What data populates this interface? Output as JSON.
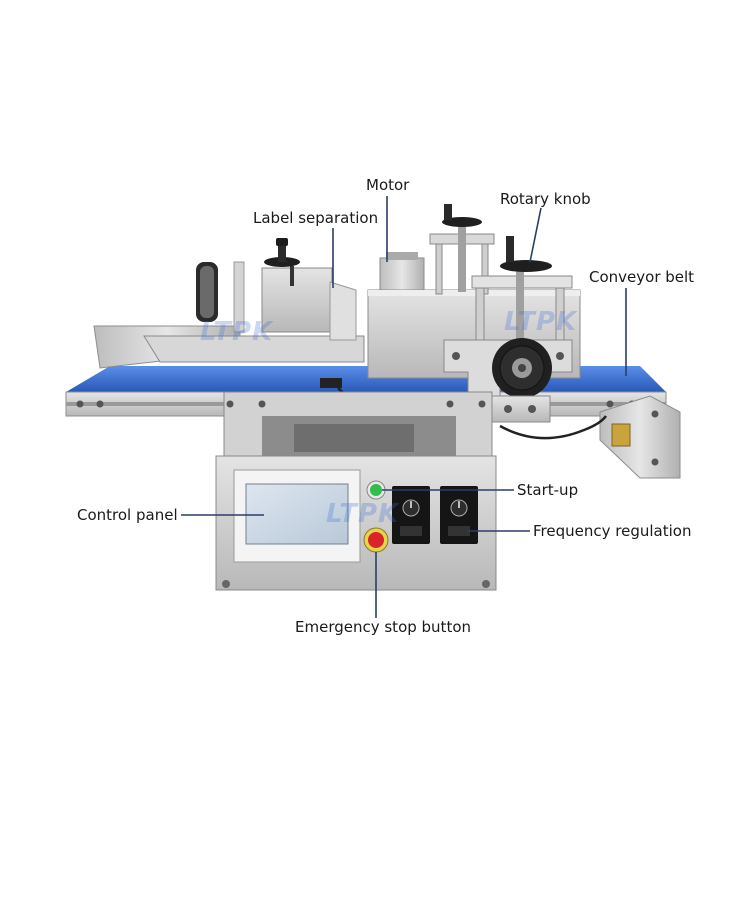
{
  "brand": {
    "watermark": "LTPK"
  },
  "colors": {
    "callout_line": "#2a3f66",
    "conveyor_belt": "#3a6fd4",
    "stainless": "#c9c9c9",
    "start_button": "#2fbf4a",
    "stop_button": "#d9252a",
    "touchscreen": "#cfdbe8"
  },
  "callouts": {
    "motor": "Motor",
    "label_separation": "Label separation",
    "rotary_knob": "Rotary knob",
    "conveyor_belt": "Conveyor belt",
    "control_panel": "Control panel",
    "start_up": "Start-up",
    "frequency_regulation": "Frequency regulation",
    "emergency_stop_button": "Emergency stop button"
  }
}
